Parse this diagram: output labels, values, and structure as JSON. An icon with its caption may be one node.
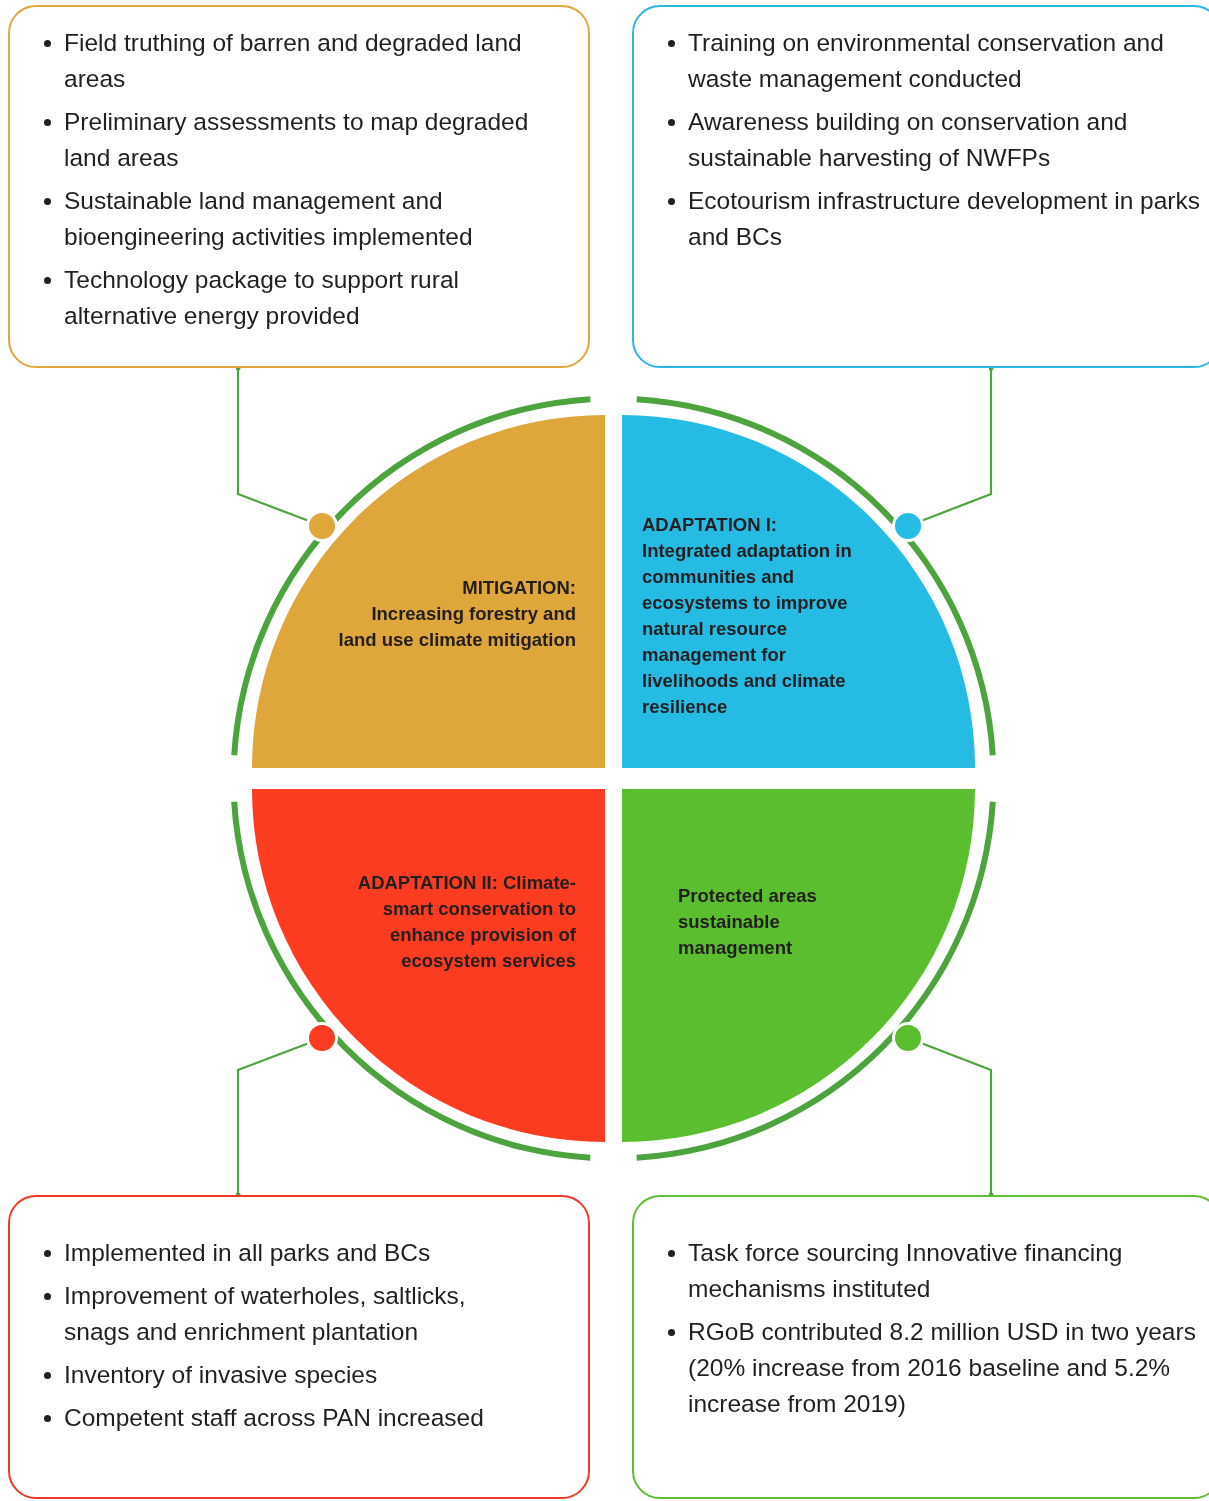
{
  "diagram": {
    "nodes": [
      {
        "text": [
          "Field truthing of  barren and degraded land areas",
          "Preliminary assessments to map degraded land areas",
          "Sustainable land management and bioengineering activities implemented",
          "Technology package to support rural alternative energy provided"
        ]
      },
      {
        "text": [
          "Training on environmental conservation and waste management conducted",
          "Awareness building on conservation and sustainable harvesting of  NWFPs",
          "Ecotourism infrastructure development in parks and BCs"
        ]
      },
      {
        "text": [],
        "shape": "circle"
      },
      {
        "text": [],
        "shape": "circle"
      },
      {
        "text": [
          "MITIGATION:",
          "Increasing forestry and land use climate mitigation"
        ]
      },
      {
        "text": [
          "ADAPTATION I:",
          "Integrated adaptation in communities and ecosystems to improve natural resource management for livelihoods and climate resilience"
        ]
      },
      {
        "text": [
          "ADAPTATION II: Climate-smart conservation to enhance provision of ecosystem services"
        ]
      },
      {
        "text": [
          "Protected areas sustainable management"
        ]
      },
      {
        "text": [],
        "shape": "circle"
      },
      {
        "text": [],
        "shape": "circle"
      },
      {
        "text": [
          "Implemented in all parks and BCs",
          "Improvement of  waterholes, saltlicks, snags  and enrichment plantation",
          "Inventory of  invasive species",
          "Competent staff  across PAN increased"
        ]
      },
      {
        "text": [
          "Task force sourcing Innovative financing mechanisms instituted",
          "RGoB contributed 8.2 million USD in two years (20% increase from 2016 baseline and 5.2% increase from 2019)"
        ]
      }
    ],
    "edges": [
      {
        "from": 0,
        "to": 2,
        "arrow": "other"
      },
      {
        "from": 1,
        "to": 3,
        "arrow": "other"
      },
      {
        "from": 10,
        "to": 8,
        "arrow": "other"
      },
      {
        "from": 11,
        "to": 9,
        "arrow": "other"
      }
    ]
  }
}
